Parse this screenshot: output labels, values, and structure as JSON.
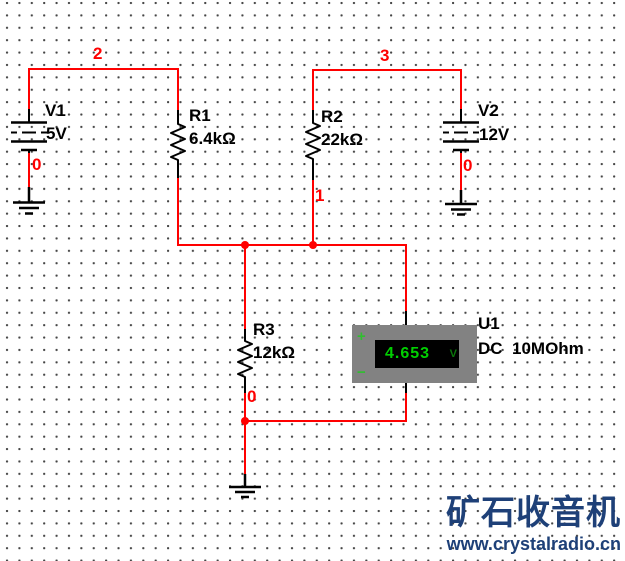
{
  "colors": {
    "wire": "#ff0000",
    "symbol": "#000000",
    "node_label": "#ff0000",
    "component_label": "#000000",
    "meter_body": "#828282",
    "meter_display_bg": "#000000",
    "meter_reading_text": "#00cf00",
    "watermark": "#1e4078",
    "canvas_bg": "#ffffff"
  },
  "components": {
    "v1": {
      "ref": "V1",
      "value": "5V"
    },
    "v2": {
      "ref": "V2",
      "value": "12V"
    },
    "r1": {
      "ref": "R1",
      "value": "6.4kΩ"
    },
    "r2": {
      "ref": "R2",
      "value": "22kΩ"
    },
    "r3": {
      "ref": "R3",
      "value": "12kΩ"
    },
    "u1": {
      "ref": "U1",
      "mode": "DC  10MOhm",
      "reading": "4.653",
      "unit": "V",
      "plus": "+",
      "minus": "−"
    }
  },
  "node_labels": {
    "n2": "2",
    "n3": "3",
    "n1": "1",
    "v1_gnd": "0",
    "v2_gnd": "0",
    "r3_gnd": "0"
  },
  "watermark": {
    "title": "矿石收音机",
    "url": "www.crystalradio.cn"
  }
}
